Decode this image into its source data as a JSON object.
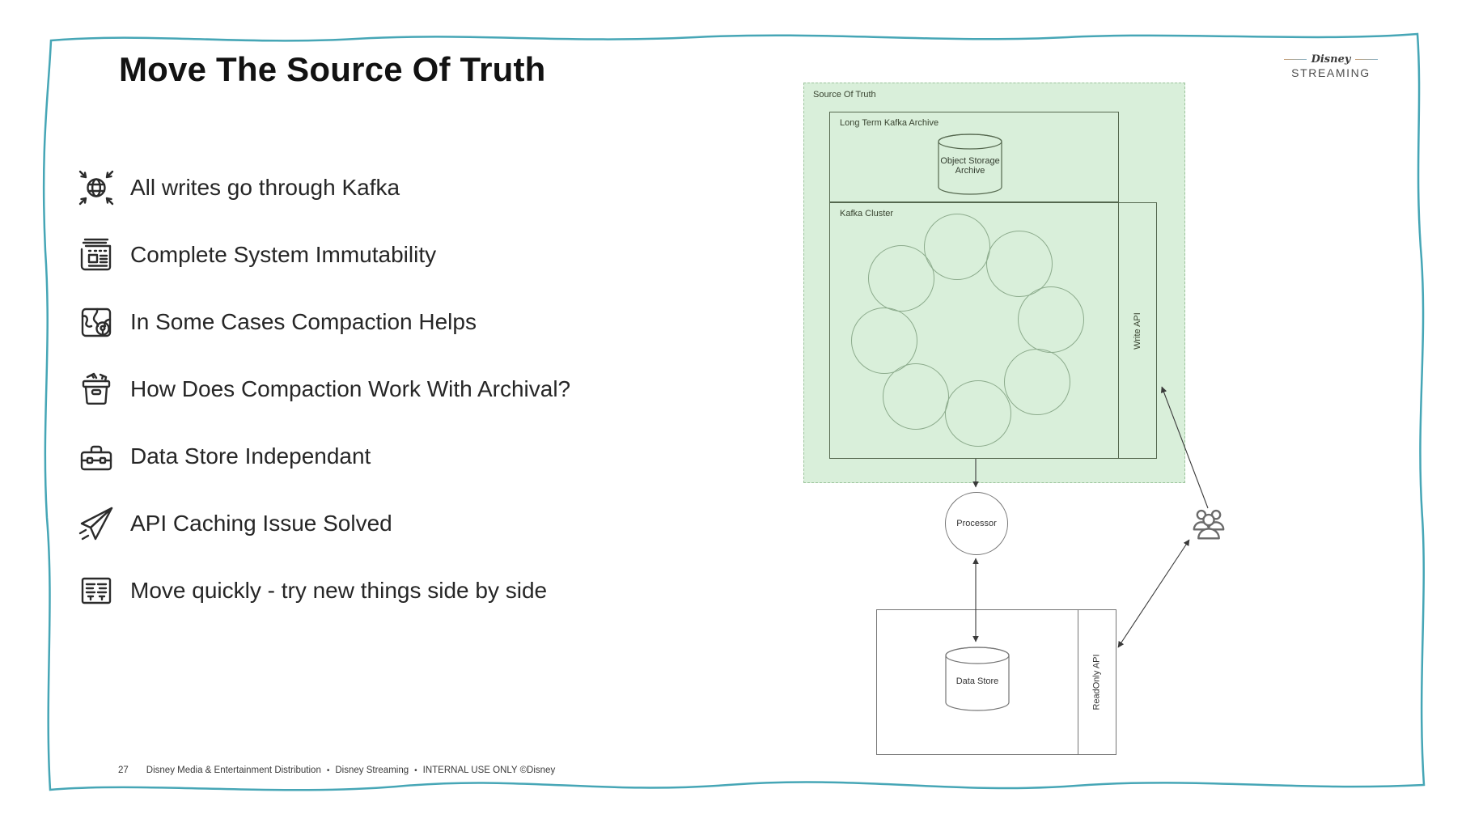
{
  "slide": {
    "title": "Move The Source Of Truth",
    "page_number": "27",
    "footer": {
      "items": [
        "Disney Media & Entertainment Distribution",
        "Disney Streaming",
        "INTERNAL USE ONLY ©Disney"
      ],
      "separator": "•"
    },
    "logo": {
      "brand_script": "Disney",
      "brand_sub": "STREAMING"
    }
  },
  "bullets": [
    {
      "icon": "globe-inward-arrows-icon",
      "label": "All writes go through Kafka"
    },
    {
      "icon": "newspaper-icon",
      "label": "Complete System Immutability"
    },
    {
      "icon": "map-location-icon",
      "label": "In Some Cases Compaction Helps"
    },
    {
      "icon": "archive-box-icon",
      "label": "How Does Compaction Work With Archival?"
    },
    {
      "icon": "toolbox-icon",
      "label": "Data Store Independant"
    },
    {
      "icon": "paper-plane-icon",
      "label": "API Caching Issue Solved"
    },
    {
      "icon": "side-by-side-columns-icon",
      "label": "Move quickly - try new things side by side"
    }
  ],
  "diagram": {
    "source_of_truth_label": "Source Of Truth",
    "long_term_label": "Long Term Kafka Archive",
    "object_storage_label": "Object Storage Archive",
    "kafka_cluster_label": "Kafka Cluster",
    "kafka_broker_count": 8,
    "write_api_label": "Write API",
    "processor_label": "Processor",
    "data_store_label": "Data Store",
    "readonly_api_label": "ReadOnly API",
    "users_icon": "users-group-icon",
    "colors": {
      "panel_green": "#d9efda",
      "panel_border_green": "#9cc39c",
      "green_box_stroke": "#55684f",
      "broker_circle_stroke": "#8cab8c",
      "neutral_stroke": "#767676",
      "arrow": "#3a3a3a",
      "slide_border_teal": "#46a6b6"
    }
  }
}
